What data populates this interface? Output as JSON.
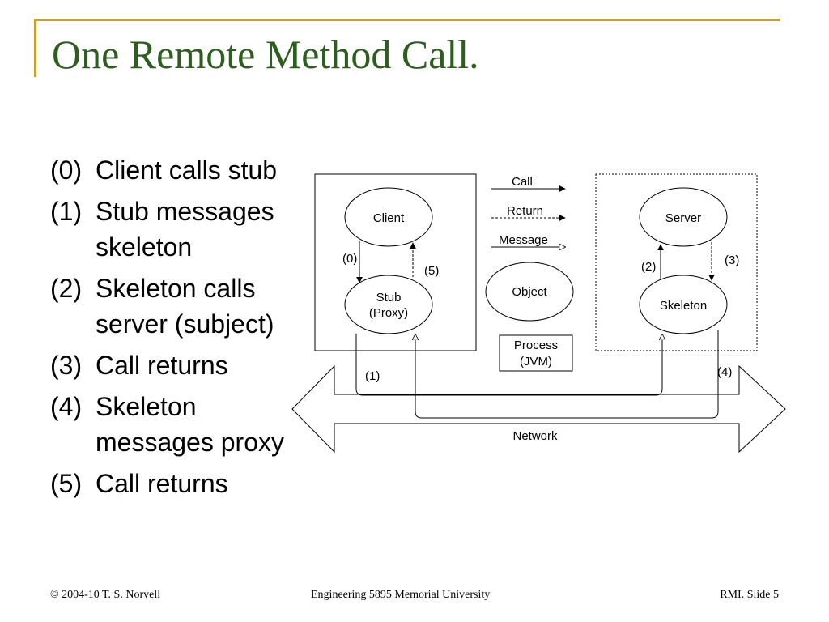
{
  "slide": {
    "title": "One Remote Method Call.",
    "steps": [
      {
        "num": "(0)",
        "text": "Client calls stub"
      },
      {
        "num": "(1)",
        "text": "Stub messages skeleton"
      },
      {
        "num": "(2)",
        "text": "Skeleton calls server (subject)"
      },
      {
        "num": "(3)",
        "text": "Call returns"
      },
      {
        "num": "(4)",
        "text": "Skeleton messages proxy"
      },
      {
        "num": "(5)",
        "text": "Call returns"
      }
    ],
    "footer": {
      "left": "© 2004-10 T. S. Norvell",
      "center": "Engineering 5895 Memorial University",
      "right": "RMI. Slide 5"
    }
  },
  "diagram": {
    "nodes": {
      "client": "Client",
      "stub_line1": "Stub",
      "stub_line2": "(Proxy)",
      "server": "Server",
      "skeleton": "Skeleton",
      "object": "Object",
      "process_line1": "Process",
      "process_line2": "(JVM)"
    },
    "legend": {
      "call": "Call",
      "return": "Return",
      "message": "Message"
    },
    "labels": {
      "l0": "(0)",
      "l1": "(1)",
      "l2": "(2)",
      "l3": "(3)",
      "l4": "(4)",
      "l5": "(5)",
      "network": "Network"
    }
  },
  "colors": {
    "title": "#2e5e1f",
    "accent_bar": "#c9a227"
  }
}
